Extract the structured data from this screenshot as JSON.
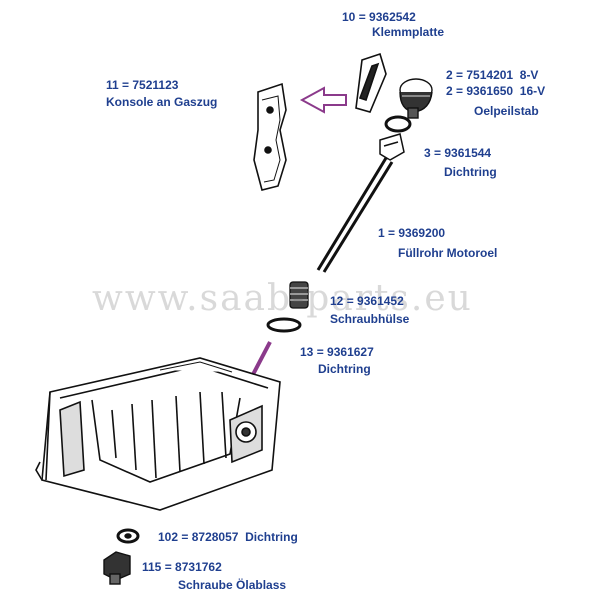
{
  "watermark": "www.saab-parts.eu",
  "accent_color": "#8b3a8b",
  "label_color": "#1f3f8f",
  "parts": [
    {
      "num": "10",
      "part": "9362542",
      "name": "Klemmplatte"
    },
    {
      "num": "11",
      "part": "7521123",
      "name": "Konsole an  Gaszug"
    },
    {
      "num": "2",
      "part": "7514201",
      "variant": "8-V",
      "part2": "9361650",
      "variant2": "16-V",
      "name": "Oelpeilstab"
    },
    {
      "num": "3",
      "part": "9361544",
      "name": "Dichtring"
    },
    {
      "num": "1",
      "part": "9369200",
      "name": "Füllrohr Motoroel"
    },
    {
      "num": "12",
      "part": "9361452",
      "name": "Schraubhülse"
    },
    {
      "num": "13",
      "part": "9361627",
      "name": "Dichtring"
    },
    {
      "num": "102",
      "part": "8728057",
      "name": "Dichtring"
    },
    {
      "num": "115",
      "part": "8731762",
      "name": "Schraube Ölablass"
    }
  ]
}
